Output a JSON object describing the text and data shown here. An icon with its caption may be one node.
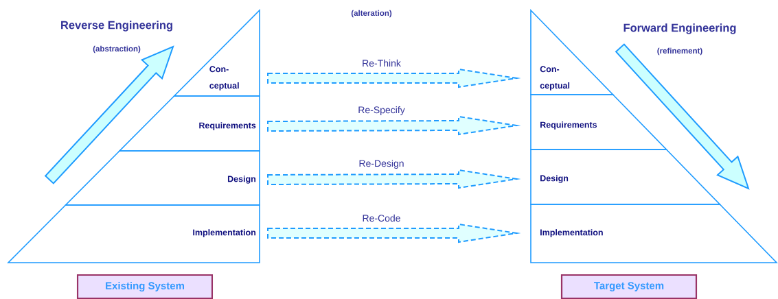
{
  "diagram": {
    "nodes": [
      {
        "text": [
          "Con- ceptual"
        ]
      },
      {
        "text": [
          "Requirements"
        ]
      },
      {
        "text": [
          "Design"
        ]
      },
      {
        "text": [
          "Implementation"
        ]
      },
      {
        "text": [
          "Con- ceptual"
        ]
      },
      {
        "text": [
          "Requirements"
        ]
      },
      {
        "text": [
          "Design"
        ]
      },
      {
        "text": [
          "Implementation"
        ]
      },
      {
        "text": [
          "Existing System"
        ]
      },
      {
        "text": [
          "Target System"
        ]
      }
    ],
    "edges": [
      {
        "from": 0,
        "to": 4,
        "arrow": "to",
        "label": "Re-Think",
        "style": "dashed"
      },
      {
        "from": 1,
        "to": 5,
        "arrow": "to",
        "label": "Re-Specify",
        "style": "dashed"
      },
      {
        "from": 2,
        "to": 6,
        "arrow": "to",
        "label": "Re-Design",
        "style": "dashed"
      },
      {
        "from": 3,
        "to": 7,
        "arrow": "to",
        "label": "Re-Code",
        "style": "dashed"
      }
    ],
    "labels": [
      "Reverse Engineering",
      "(abstraction)",
      "(alteration)",
      "Forward Engineering",
      "(refinement)"
    ]
  }
}
